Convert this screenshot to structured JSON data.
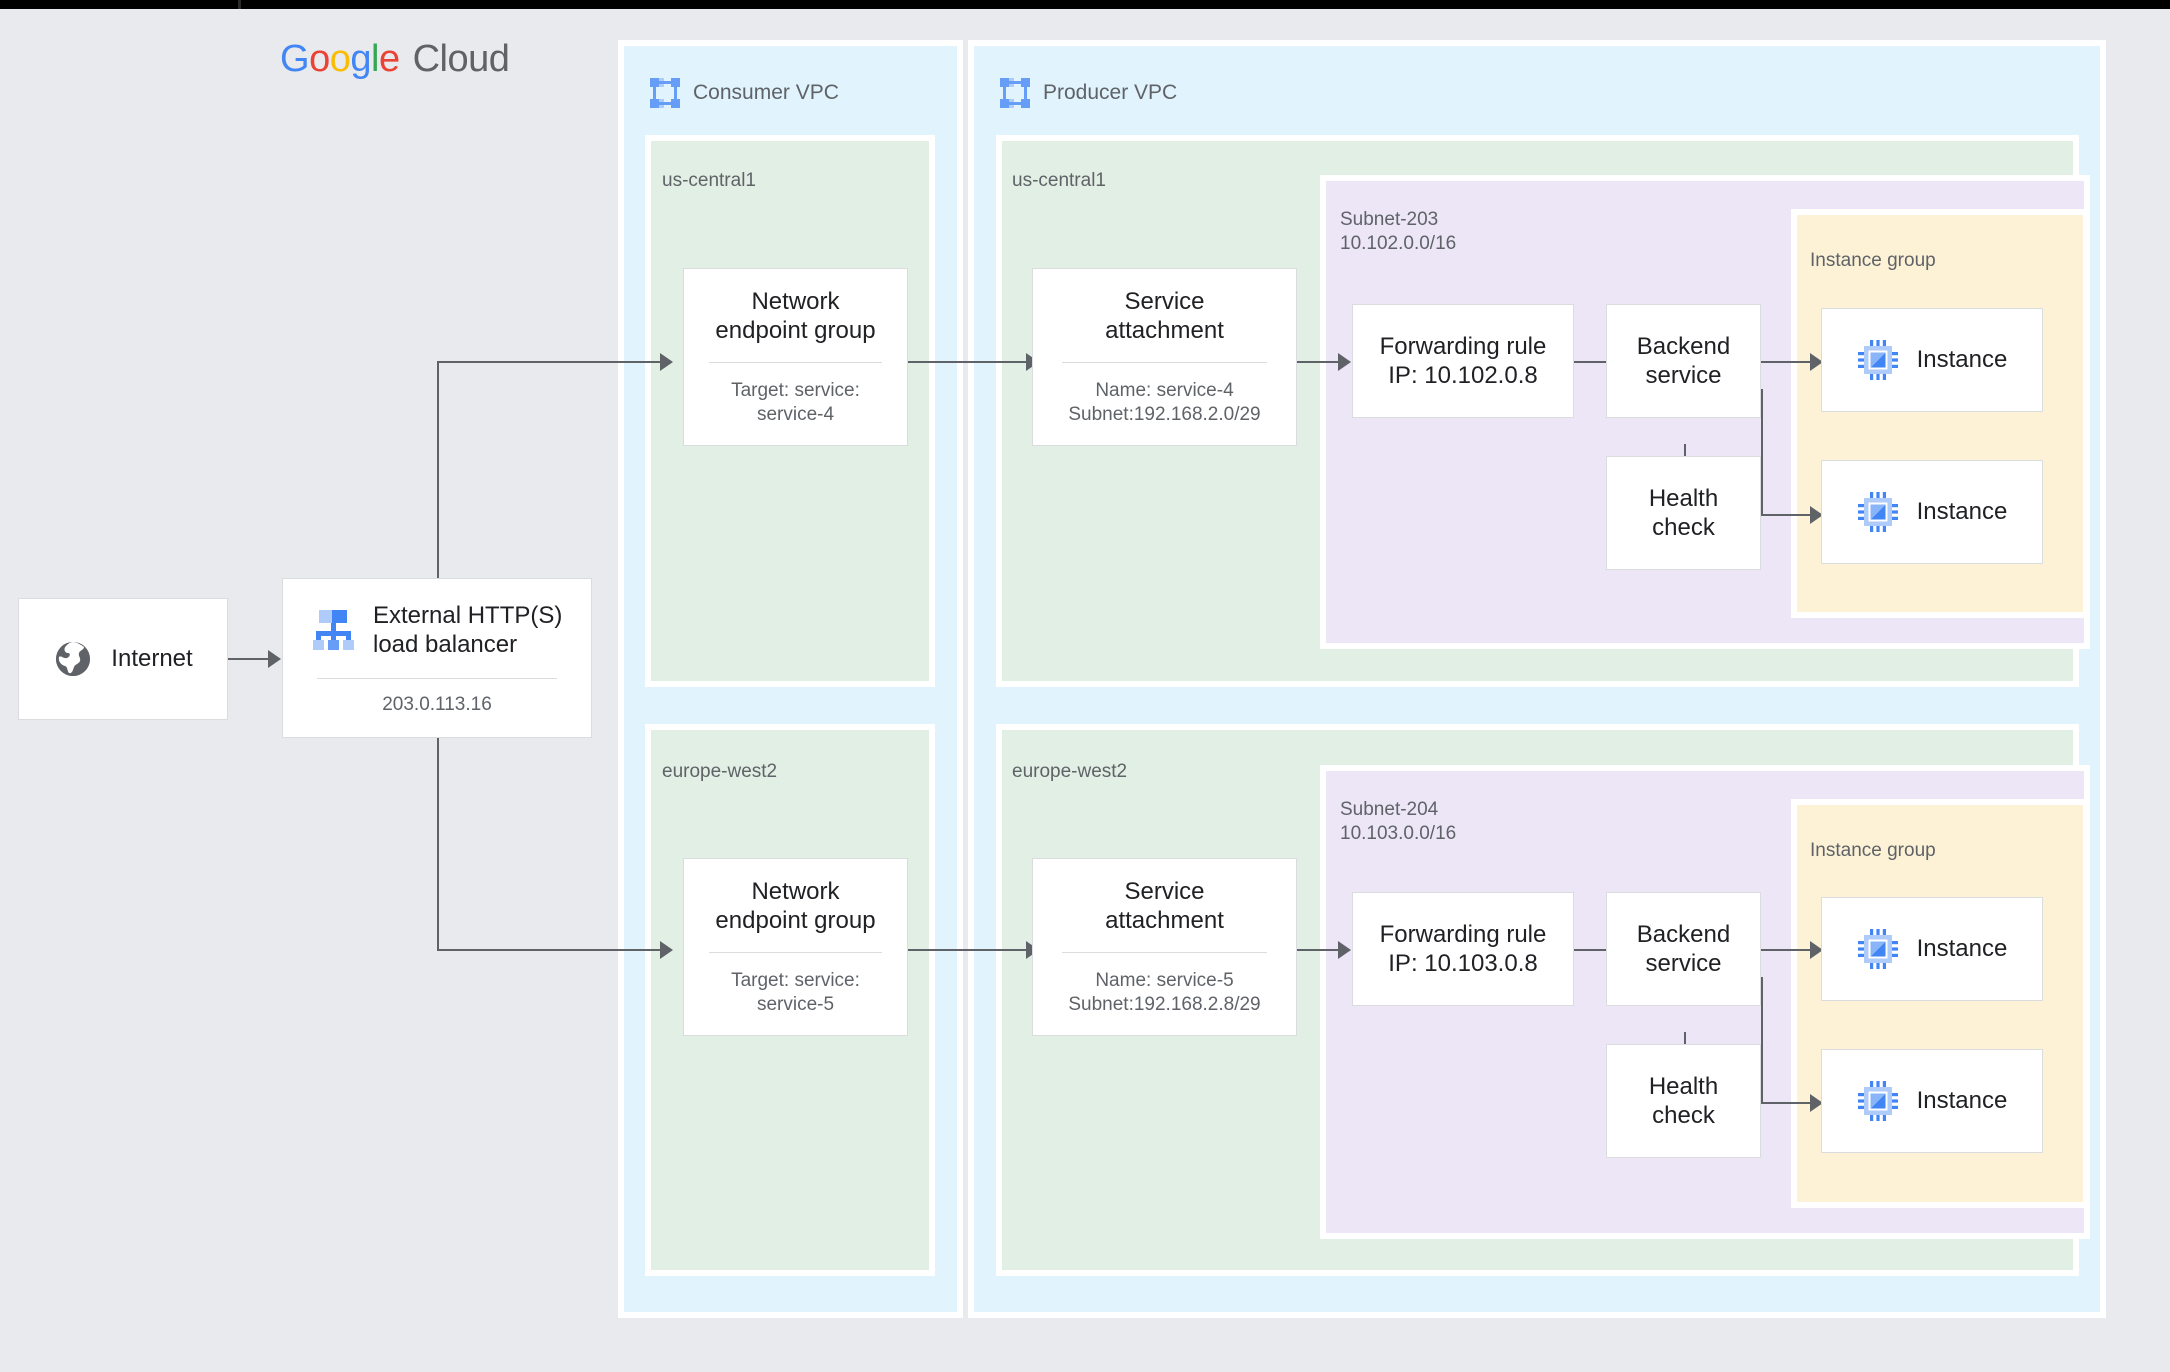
{
  "brand": {
    "google": [
      "G",
      "o",
      "o",
      "g",
      "l",
      "e"
    ],
    "cloud": "Cloud"
  },
  "nodes": {
    "internet": {
      "label": "Internet",
      "icon": "globe-icon"
    },
    "load_balancer": {
      "title": "External HTTP(S)\nload balancer",
      "ip": "203.0.113.16",
      "icon": "load-balancer-icon"
    }
  },
  "vpcs": [
    {
      "id": "consumer",
      "label": "Consumer VPC",
      "icon": "vpc-icon"
    },
    {
      "id": "producer",
      "label": "Producer VPC",
      "icon": "vpc-icon"
    }
  ],
  "regions": {
    "consumer_top": "us-central1",
    "consumer_bottom": "europe-west2",
    "producer_top": "us-central1",
    "producer_bottom": "europe-west2"
  },
  "neg": [
    {
      "title": "Network\nendpoint group",
      "sub": "Target: service:\nservice-4"
    },
    {
      "title": "Network\nendpoint group",
      "sub": "Target: service:\nservice-5"
    }
  ],
  "service_attachment": [
    {
      "title": "Service\nattachment",
      "sub": "Name: service-4\nSubnet:192.168.2.0/29"
    },
    {
      "title": "Service\nattachment",
      "sub": "Name: service-5\nSubnet:192.168.2.8/29"
    }
  ],
  "subnets": [
    {
      "name": "Subnet-203",
      "cidr": "10.102.0.0/16",
      "label": "Subnet-203\n10.102.0.0/16"
    },
    {
      "name": "Subnet-204",
      "cidr": "10.103.0.0/16",
      "label": "Subnet-204\n10.103.0.0/16"
    }
  ],
  "forwarding_rules": [
    {
      "title": "Forwarding rule\nIP: 10.102.0.8",
      "ip": "10.102.0.8"
    },
    {
      "title": "Forwarding rule\nIP: 10.103.0.8",
      "ip": "10.103.0.8"
    }
  ],
  "backend_service": {
    "title": "Backend\nservice"
  },
  "health_check": {
    "title": "Health\ncheck"
  },
  "instance_groups": [
    {
      "label": "Instance group",
      "instances": [
        "Instance",
        "Instance"
      ]
    },
    {
      "label": "Instance group",
      "instances": [
        "Instance",
        "Instance"
      ]
    }
  ],
  "colors": {
    "page_background": "#e8eaed",
    "vpc_background": "#e1f3fd",
    "region_background": "#e2efe4",
    "subnet_background": "#ece6f6",
    "instance_group_background": "#fdf2d6",
    "card_background": "#ffffff",
    "card_border": "#dadce0",
    "connector": "#5f6368",
    "text_primary": "#202124",
    "text_secondary": "#5f6368",
    "accent_blue": "#4285f4",
    "accent_blue_light": "#aecbfa",
    "google_blue": "#4285F4",
    "google_red": "#EA4335",
    "google_yellow": "#FBBC05",
    "google_green": "#34A853"
  }
}
